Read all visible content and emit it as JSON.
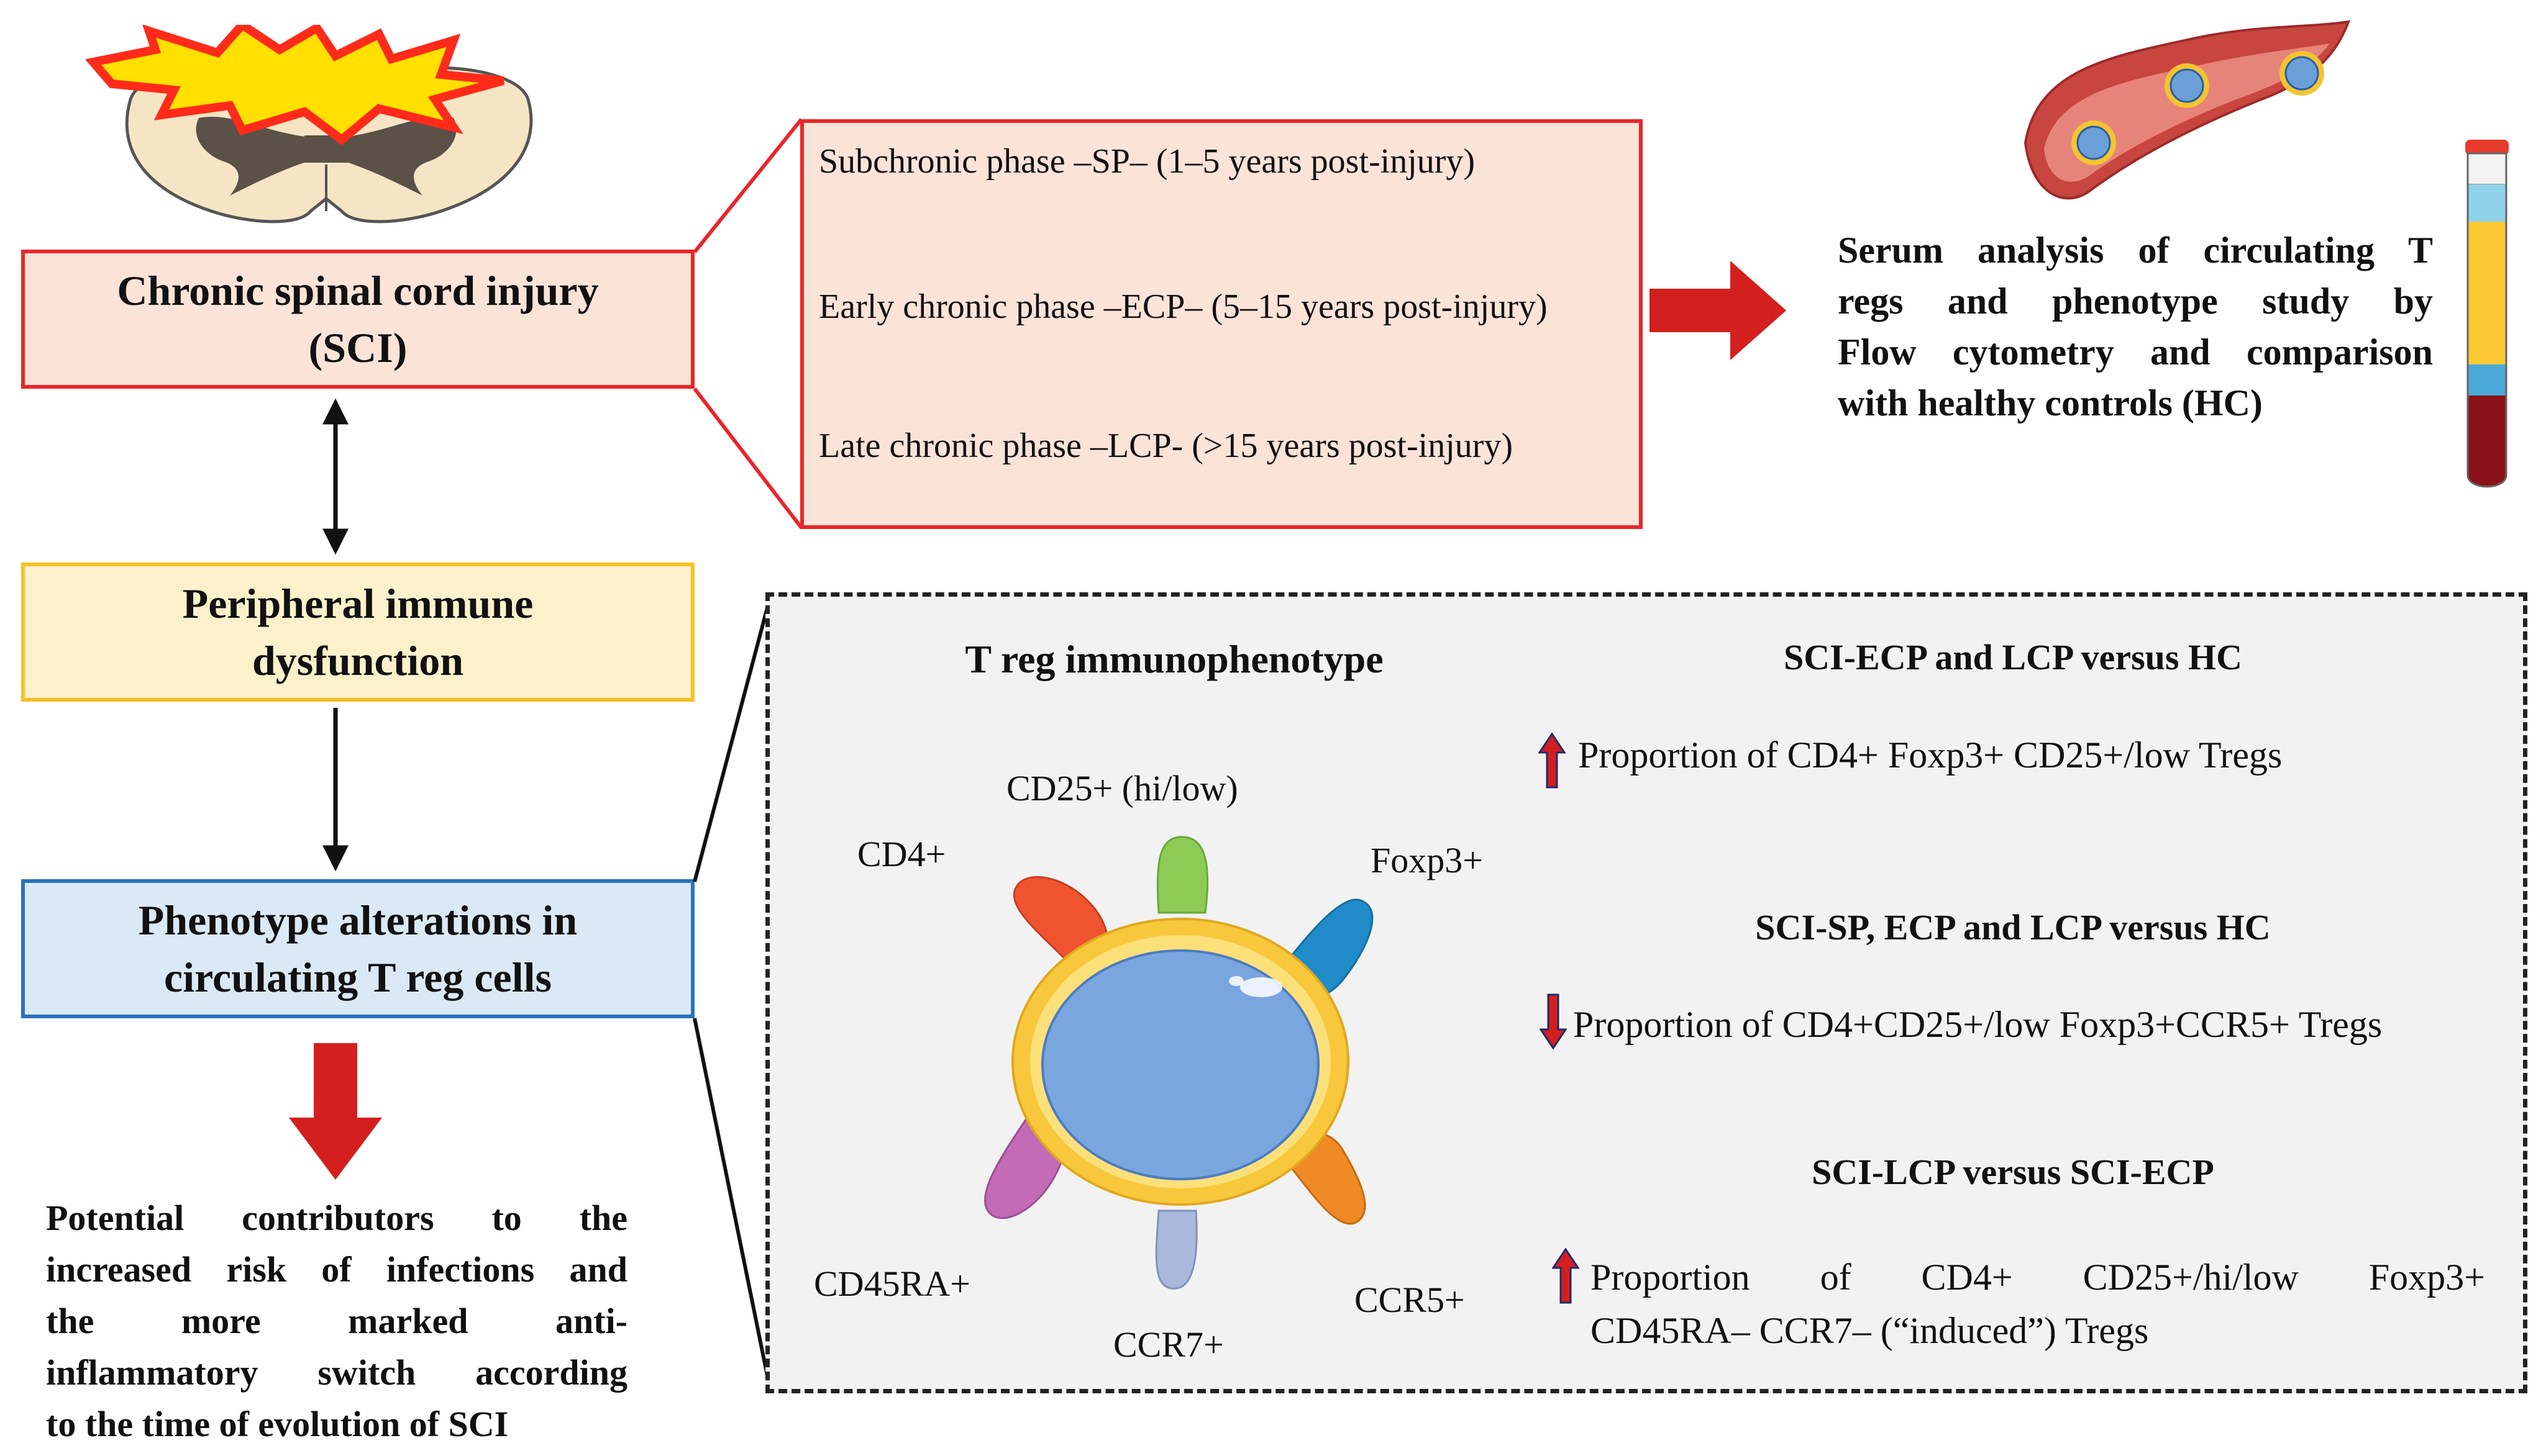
{
  "left": {
    "sci_box": {
      "line1": "Chronic spinal cord injury",
      "line2": "(SCI)"
    },
    "immune_box": {
      "line1": "Peripheral immune",
      "line2": "dysfunction"
    },
    "phenotype_box": {
      "line1": "Phenotype alterations in",
      "line2": "circulating T reg cells"
    },
    "conclusion": {
      "lines": [
        "Potential contributors to the",
        "increased risk of infections and",
        "the more marked anti-",
        "inflammatory switch according",
        "to the time of evolution of SCI"
      ]
    }
  },
  "phases": {
    "items": [
      "Subchronic phase –SP–  (1–5 years post-injury)",
      "Early chronic phase –ECP– (5–15 years post-injury)",
      "Late chronic phase –LCP- (>15 years post-injury)"
    ]
  },
  "serum": {
    "lines": [
      "Serum analysis of circulating T",
      "regs and phenotype study by",
      "Flow cytometry and comparison",
      "with healthy controls (HC)"
    ]
  },
  "treg": {
    "title": "T reg immunophenotype",
    "markers": {
      "cd25": "CD25+ (hi/low)",
      "cd4": "CD4+",
      "foxp3": "Foxp3+",
      "cd45ra": "CD45RA+",
      "ccr7": "CCR7+",
      "ccr5": "CCR5+"
    }
  },
  "findings": [
    {
      "heading": "SCI-ECP and LCP versus HC",
      "direction": "up",
      "lines": [
        "Proportion of CD4+ Foxp3+ CD25+/low Tregs"
      ]
    },
    {
      "heading": "SCI-SP, ECP and LCP versus HC",
      "direction": "down",
      "lines": [
        "Proportion of CD4+CD25+/low Foxp3+CCR5+ Tregs"
      ]
    },
    {
      "heading": "SCI-LCP versus SCI-ECP",
      "direction": "up",
      "lines": [
        "Proportion of CD4+ CD25+/hi/low Foxp3+",
        "CD45RA– CCR7– (“induced”) Tregs"
      ]
    }
  ],
  "colors": {
    "red_border": "#e8262b",
    "red_fill": "#fbe3d7",
    "yellow_border": "#f7c026",
    "yellow_fill": "#fdf1cc",
    "blue_border": "#2a72bf",
    "blue_fill": "#dbe9f6",
    "arrow_red": "#d41f1f",
    "panel_fill": "#f2f2f2"
  }
}
